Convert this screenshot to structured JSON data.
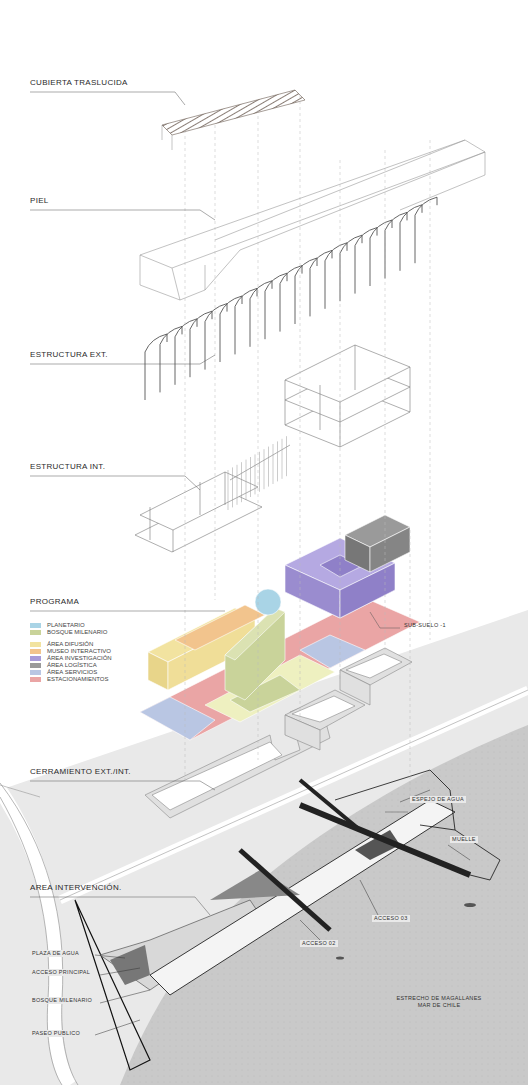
{
  "diagram": {
    "labels": [
      "CUBIERTA TRASLUCIDA",
      "PIEL",
      "ESTRUCTURA EXT.",
      "ESTRUCTURA INT.",
      "PROGRAMA",
      "SUB-SUELO -1",
      "CERRAMIENTO EXT./INT.",
      "ESPEJO DE AGUA",
      "MUELLE",
      "AREA INTERVENCIÓN.",
      "ACCESO 03",
      "ACCESO 02",
      "PLAZA DE AGUA",
      "ACCESO PRINCIPAL",
      "BOSQUE MILENARIO",
      "PASEO PUBLICO",
      "ESTRECHO DE MAGALLANES MAR DE CHILE"
    ],
    "legend": [
      {
        "text": "PLANETARIO",
        "color": "#a9d4e6"
      },
      {
        "text": "BOSQUE MILENARIO",
        "color": "#c9d39a"
      },
      {
        "text": "ÁREA DIFUSIÓN",
        "color": "#f2e3a0"
      },
      {
        "text": "MUSEO INTERACTIVO",
        "color": "#f2c48d"
      },
      {
        "text": "ÁREA INVESTIGACIÓN",
        "color": "#a89bd9"
      },
      {
        "text": "ÁREA LOGÍSTICA",
        "color": "#9a9a9a"
      },
      {
        "text": "ÁREA SERVICIOS",
        "color": "#b9c6e3"
      },
      {
        "text": "ESTACIONAMIENTOS",
        "color": "#eaa5a5"
      }
    ]
  }
}
